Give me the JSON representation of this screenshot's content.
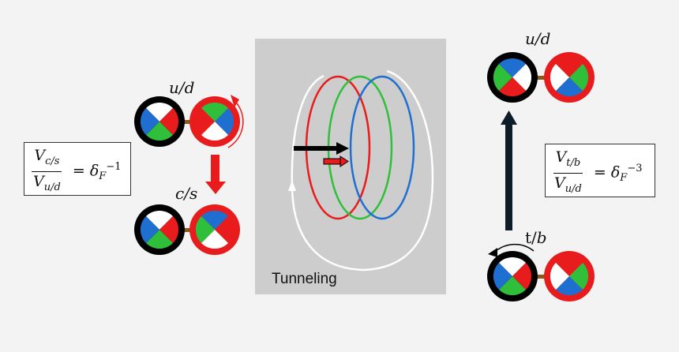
{
  "colors": {
    "red": "#e81c1c",
    "green": "#2fbf3a",
    "blue": "#1f6fd1",
    "white": "#ffffff",
    "black": "#000000",
    "link": "#8b5a1a",
    "arrow_dark": "#0d1b2a",
    "panel": "#cdcdcd"
  },
  "left": {
    "top_label": "u/d",
    "bottom_label": "c/s",
    "ratio_box": {
      "num": "V",
      "num_sub": "c/s",
      "den": "V",
      "den_sub": "u/d",
      "rhs": "δ",
      "rhs_sub": "F",
      "rhs_sup": "−1"
    }
  },
  "center": {
    "panel_label": "Tunneling",
    "ring_colors": [
      "red",
      "green",
      "blue"
    ]
  },
  "right": {
    "top_label": "u/d",
    "bottom_label_upright": "t/",
    "bottom_label_italic": "b",
    "ratio_box": {
      "num": "V",
      "num_sub": "t/b",
      "den": "V",
      "den_sub": "u/d",
      "rhs": "δ",
      "rhs_sub": "F",
      "rhs_sup": "−3"
    }
  }
}
